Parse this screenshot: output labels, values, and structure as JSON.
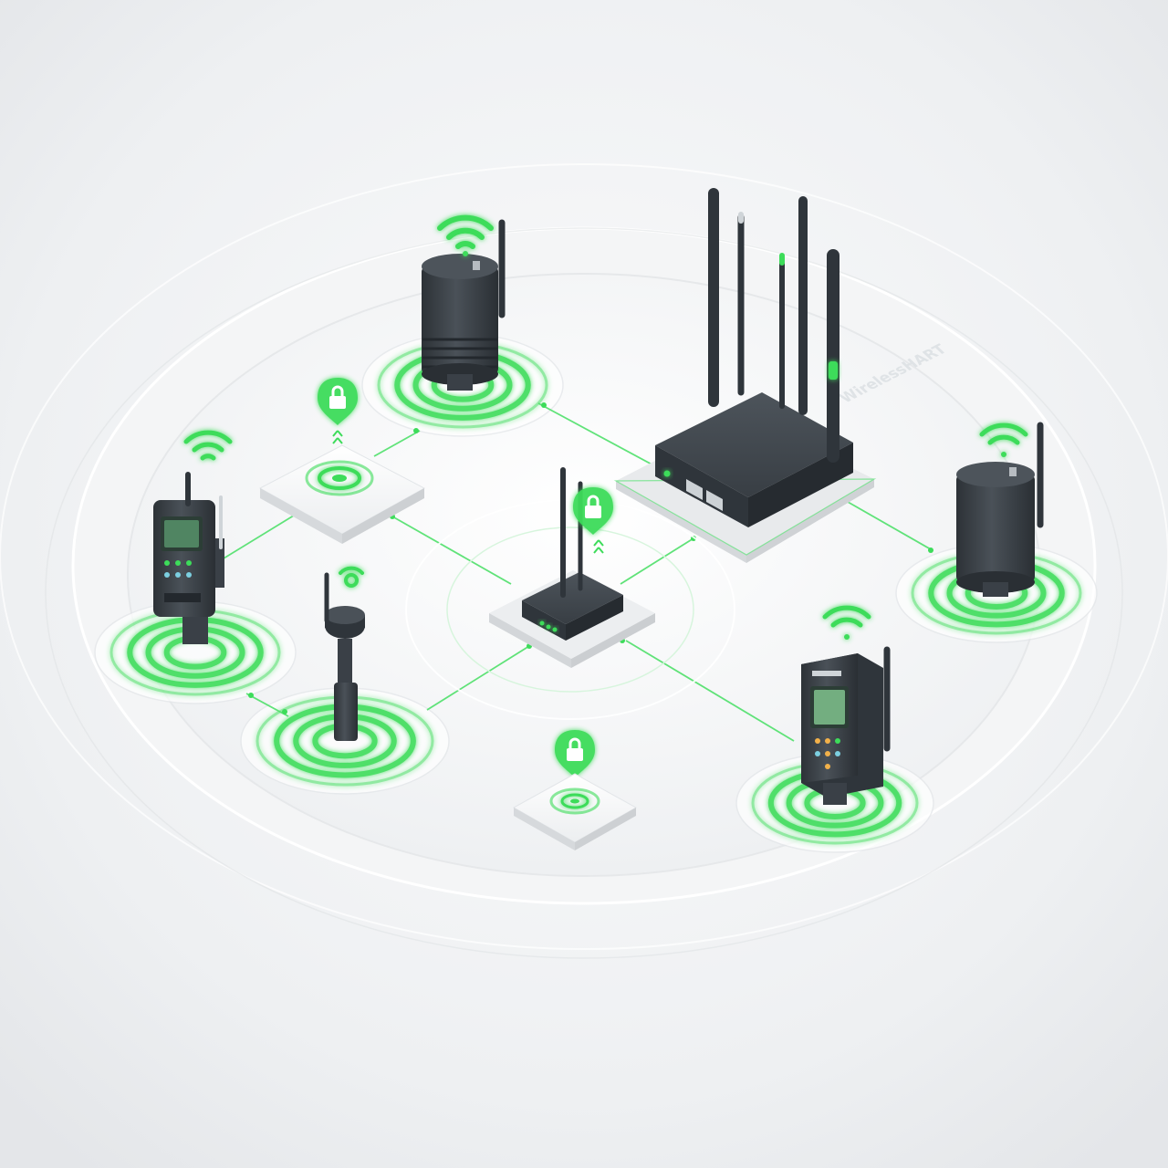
{
  "diagram": {
    "gateway_brand": "WirelessHART",
    "device_labels": {
      "handheld_left": "",
      "handheld_right": ""
    }
  },
  "colors": {
    "background": "#f1f2f4",
    "platform": "#f7f8f9",
    "accent_green": "#3ddc5a",
    "glow_green": "#7cf08f",
    "device_dark": "#3a4047",
    "device_darker": "#2a2f35",
    "lcd_green": "#7ec98a"
  },
  "nodes": [
    {
      "id": "gateway",
      "kind": "gateway",
      "icon": "router-icon"
    },
    {
      "id": "repeater",
      "kind": "access-point",
      "icon": "access-point-icon"
    },
    {
      "id": "sensor-top",
      "kind": "cylinder-transmitter",
      "icon": "wifi-icon"
    },
    {
      "id": "sensor-right",
      "kind": "cylinder-transmitter",
      "icon": "wifi-icon"
    },
    {
      "id": "handheld-left",
      "kind": "handheld-transmitter",
      "icon": "wifi-icon"
    },
    {
      "id": "handheld-right",
      "kind": "handheld-transmitter",
      "icon": "wifi-icon"
    },
    {
      "id": "probe",
      "kind": "probe-sensor",
      "icon": "wifi-icon"
    },
    {
      "id": "security-pad-1",
      "kind": "security-node",
      "icon": "lock-icon"
    },
    {
      "id": "security-pad-2",
      "kind": "security-node",
      "icon": "lock-icon"
    }
  ]
}
